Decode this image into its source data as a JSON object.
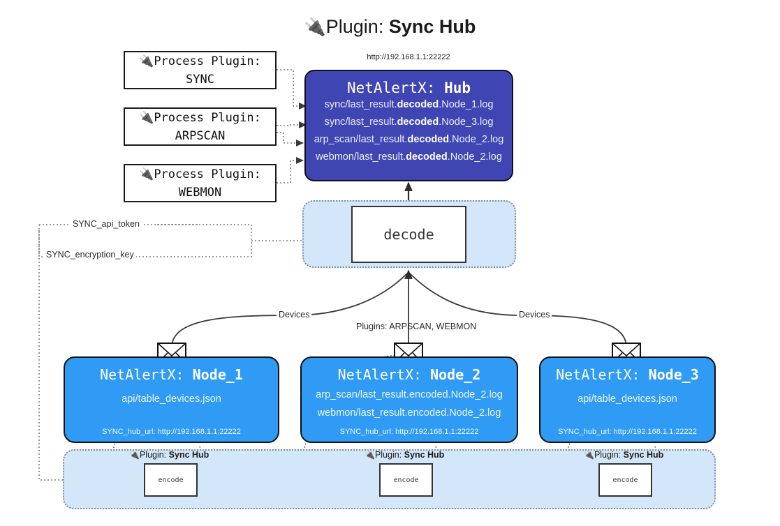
{
  "title": {
    "icon": "plug-icon",
    "prefix": "Plugin: ",
    "name": "Sync Hub"
  },
  "process_plugins": [
    {
      "icon": "plug-icon",
      "line1": "Process Plugin:",
      "line2": "SYNC"
    },
    {
      "icon": "plug-icon",
      "line1": "Process Plugin:",
      "line2": "ARPSCAN"
    },
    {
      "icon": "plug-icon",
      "line1": "Process Plugin:",
      "line2": "WEBMON"
    }
  ],
  "hub": {
    "url_label": "http://192.168.1.1:22222",
    "title_prefix": "NetAlertX: ",
    "title_name": "Hub",
    "lines": [
      {
        "pre": "sync/last_result.",
        "mid": "decoded",
        "post": ".Node_1.log"
      },
      {
        "pre": "sync/last_result.",
        "mid": "decoded",
        "post": ".Node_3.log"
      },
      {
        "pre": "arp_scan/last_result.",
        "mid": "decoded",
        "post": ".Node_2.log"
      },
      {
        "pre": "webmon/last_result.",
        "mid": "decoded",
        "post": ".Node_2.log"
      }
    ]
  },
  "decode": {
    "label": "decode"
  },
  "settings": {
    "api_token": "SYNC_api_token",
    "encryption_key": "SYNC_encryption_key"
  },
  "edge_labels": {
    "devices_left": "Devices",
    "devices_right": "Devices",
    "plugins_center": "Plugins: ARPSCAN, WEBMON"
  },
  "nodes": [
    {
      "title_prefix": "NetAlertX: ",
      "title_name": "Node_1",
      "lines": [
        "api/table_devices.json"
      ],
      "hub_url": "SYNC_hub_url: http://192.168.1.1:22222",
      "mail_icon": "envelope-icon"
    },
    {
      "title_prefix": "NetAlertX: ",
      "title_name": "Node_2",
      "lines": [
        "arp_scan/last_result.encoded.Node_2.log",
        "webmon/last_result.encoded.Node_2.log"
      ],
      "hub_url": "SYNC_hub_url: http://192.168.1.1:22222",
      "mail_icon": "envelope-icon"
    },
    {
      "title_prefix": "NetAlertX: ",
      "title_name": "Node_3",
      "lines": [
        "api/table_devices.json"
      ],
      "hub_url": "SYNC_hub_url: http://192.168.1.1:22222",
      "mail_icon": "envelope-icon"
    }
  ],
  "encoders": [
    {
      "tag_icon": "plug-icon",
      "tag_prefix": "Plugin: ",
      "tag_name": "Sync Hub",
      "label": "encode"
    },
    {
      "tag_icon": "plug-icon",
      "tag_prefix": "Plugin: ",
      "tag_name": "Sync Hub",
      "label": "encode"
    },
    {
      "tag_icon": "plug-icon",
      "tag_prefix": "Plugin: ",
      "tag_name": "Sync Hub",
      "label": "encode"
    }
  ],
  "colors": {
    "hub_fill": "#3f46b4",
    "node_fill": "#2f9bf5",
    "container_fill": "#d4e7fa",
    "stroke": "#111111"
  }
}
